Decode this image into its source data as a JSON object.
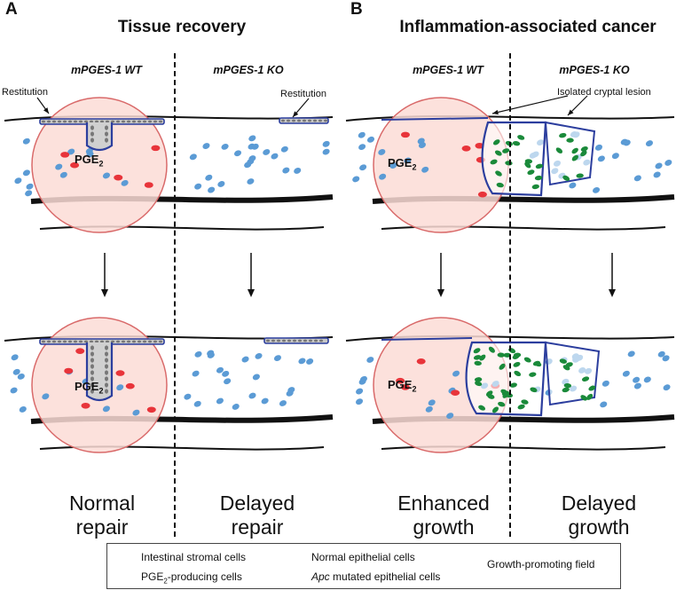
{
  "panels": {
    "a": {
      "letter": "A",
      "title": "Tissue recovery",
      "wt_label": "mPGES-1 WT",
      "ko_label": "mPGES-1 KO",
      "restitution_left": "Restitution",
      "restitution_right": "Restitution",
      "pge_top_main": "PGE",
      "pge_top_sub": "2",
      "pge_bottom_main": "PGE",
      "pge_bottom_sub": "2",
      "outcome_left_1": "Normal",
      "outcome_left_2": "repair",
      "outcome_right_1": "Delayed",
      "outcome_right_2": "repair"
    },
    "b": {
      "letter": "B",
      "title": "Inflammation-associated cancer",
      "wt_label": "mPGES-1 WT",
      "ko_label": "mPGES-1 KO",
      "lesion_label": "Isolated cryptal lesion",
      "pge_top_main": "PGE",
      "pge_top_sub": "2",
      "pge_bottom_main": "PGE",
      "pge_bottom_sub": "2",
      "outcome_left_1": "Enhanced",
      "outcome_left_2": "growth",
      "outcome_right_1": "Delayed",
      "outcome_right_2": "growth"
    }
  },
  "legend": {
    "stromal": "Intestinal stromal cells",
    "producing_main": "PGE",
    "producing_sub": "2",
    "producing_rest": "-producing cells",
    "normal_epi": "Normal epithelial cells",
    "apc_italic": "Apc",
    "apc_rest": " mutated epithelial cells",
    "field": "Growth-promoting field"
  },
  "colors": {
    "stromal": "#5b9bd5",
    "pge_producing": "#e8343a",
    "epithelium": "#2c3e9e",
    "apc": "#1a8a3a",
    "field_fill": "#fbdcd6",
    "field_stroke": "#d96a6a"
  }
}
